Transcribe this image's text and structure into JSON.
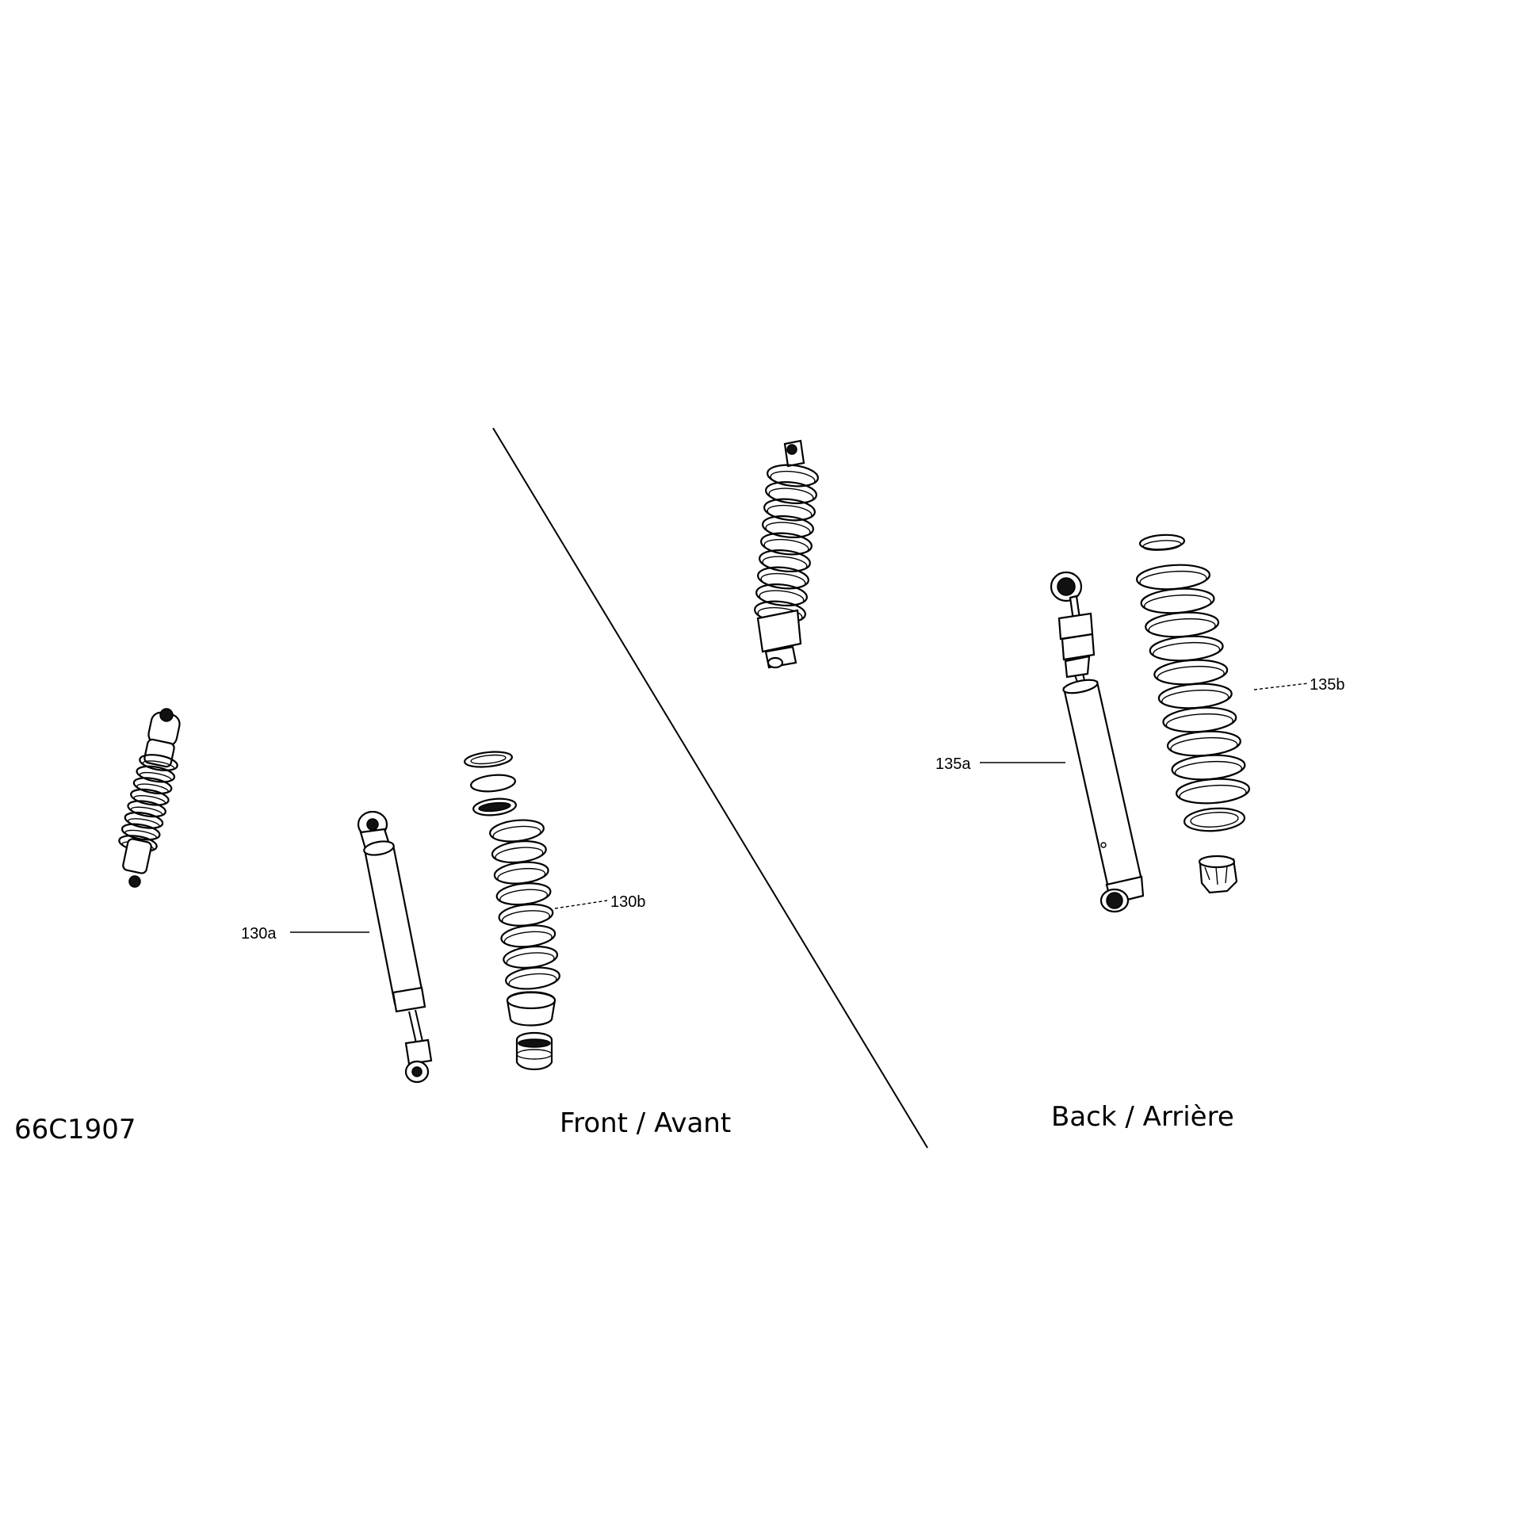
{
  "drawing_number": "66C1907",
  "sections": {
    "front": {
      "caption": "Front / Avant"
    },
    "back": {
      "caption": "Back / Arrière"
    }
  },
  "callouts": {
    "front_shock": "130a",
    "front_spring": "130b",
    "back_shock": "135a",
    "back_spring": "135b"
  },
  "colors": {
    "ink": "#000000",
    "paper": "#ffffff"
  }
}
